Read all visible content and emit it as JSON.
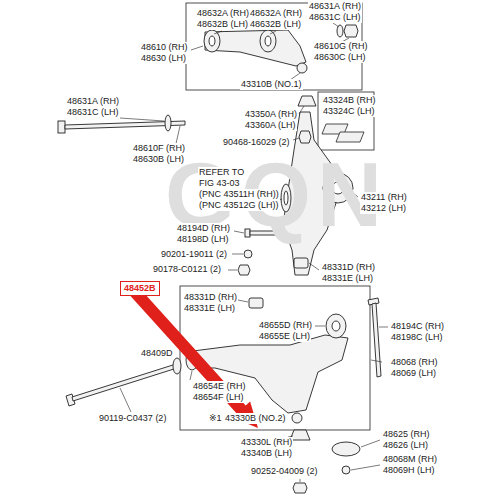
{
  "diagram": {
    "nodes": [
      {
        "text": [
          "48452B"
        ]
      }
    ],
    "labels": [
      "48632A (RH)",
      "48632B (LH)",
      "48632A (RH)",
      "48632B (LH)",
      "48631A (RH)",
      "48631C (LH)",
      "48610 (RH)",
      "48630 (LH)",
      "48610G (RH)",
      "48630C (LH)",
      "43310B (NO.1)",
      "48631A (RH)",
      "48631C (LH)",
      "43350A (RH)",
      "43360A (LH)",
      "43324B (RH)",
      "43324C (LH)",
      "90468-16029 (2)",
      "48610F (RH)",
      "48630B (LH)",
      "REFER TO",
      "FIG 43-03",
      "(PNC 43511H (RH))",
      "(PNC 43512G (LH))",
      "43211 (RH)",
      "43212 (LH)",
      "48194D (RH)",
      "48198D (LH)",
      "90201-19011 (2)",
      "90178-C0121 (2)",
      "48331D (RH)",
      "48331E (LH)",
      "48331D (RH)",
      "48331E (LH)",
      "48655D (RH)",
      "48655E (LH)",
      "48194C (RH)",
      "48198C (LH)",
      "48409D",
      "48068 (RH)",
      "48069 (LH)",
      "48654E (RH)",
      "48654F (LH)",
      "※1",
      "43330B (NO.2)",
      "90119-C0437 (2)",
      "48625 (RH)",
      "48626 (LH)",
      "43330L (RH)",
      "43340B (LH)",
      "48068M (RH)",
      "48069H (LH)",
      "90252-04009 (2)",
      "GQN"
    ]
  }
}
